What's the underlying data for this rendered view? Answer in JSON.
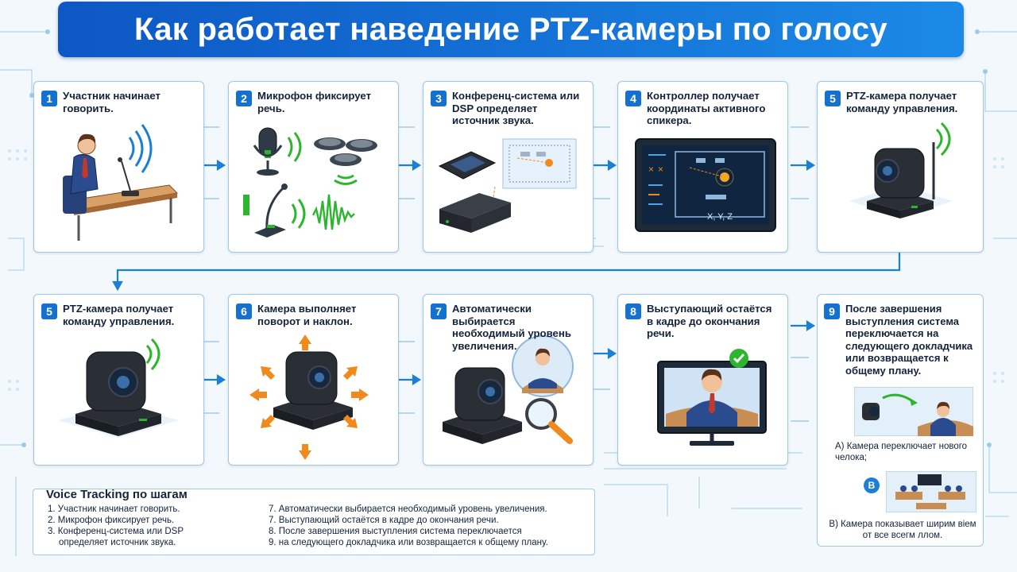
{
  "title": "Как работает наведение PTZ-камеры по голосу",
  "steps": [
    {
      "num": "1",
      "text": "Участник начинает говорить."
    },
    {
      "num": "2",
      "text": "Микрофон фиксирует речь."
    },
    {
      "num": "3",
      "text": "Конференц-система или DSP определяет источник звука."
    },
    {
      "num": "4",
      "text": "Контроллер получает координаты активного спикера."
    },
    {
      "num": "5",
      "text": "PTZ-камера получает команду управления."
    },
    {
      "num": "5",
      "text": "PTZ-камера получает команду управления."
    },
    {
      "num": "6",
      "text": "Камера выполняет поворот и наклон."
    },
    {
      "num": "7",
      "text": "Автоматически выбирается необходимый уровень увеличения."
    },
    {
      "num": "8",
      "text": "Выступающий остаётся в кадре до окончания речи."
    },
    {
      "num": "9",
      "text": "После завершения выступления система переключается на следующего докладчика или возвращается к общему плану."
    }
  ],
  "controller_coords": "X, Y, Z",
  "option_a": "A) Камера переключает нового челока;",
  "option_b_badge": "B",
  "option_b": "B) Камера показывает ширим віем от все  всегм ллом.",
  "summary": {
    "title": "Voice Tracking по шагам",
    "left": [
      "1. Участник начинает говорить.",
      "2. Микрофон фиксирует речь.",
      "3. Конференц-система или DSP",
      "определяет источник звука."
    ],
    "right": [
      "7. Автоматически выбирается необходимый уровень увеличения.",
      "7. Выступающий остаётся в кадре до окончания речи.",
      "8. После завершения выступления система переключается",
      "9. на следующего докладчика или возвращается к общему плану."
    ]
  },
  "colors": {
    "accent": "#1571cf",
    "title_bg": "#0d57c4",
    "signal": "#2db52d",
    "arrow": "#f08a1c"
  }
}
